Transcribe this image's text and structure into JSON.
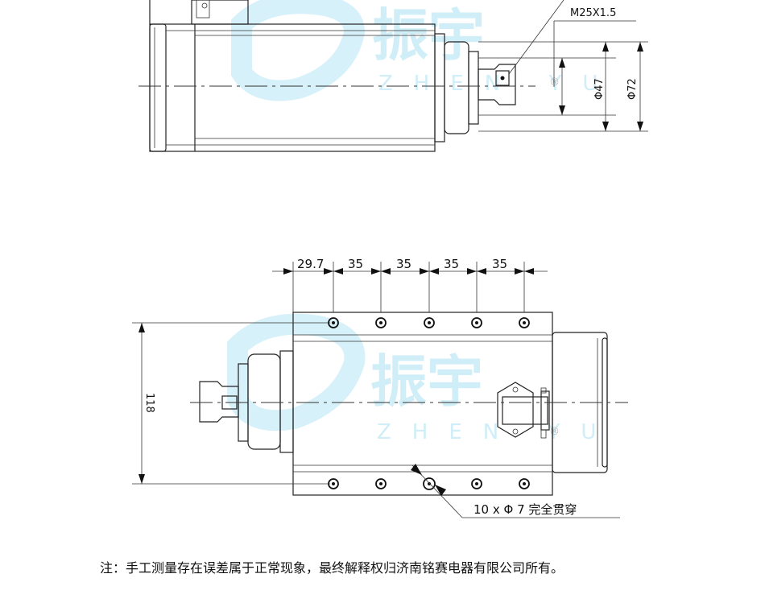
{
  "watermark": {
    "brand_cn": "振宇",
    "brand_en": "ZHEN YU",
    "registered": "®"
  },
  "top_view": {
    "thread_label": "M25X1.5",
    "diameter_inner": "Φ47",
    "diameter_outer": "Φ72"
  },
  "bottom_view": {
    "spacings": [
      "29.7",
      "35",
      "35",
      "35",
      "35"
    ],
    "height": "118",
    "hole_note": "10 x Φ 7 完全贯穿"
  },
  "footer": {
    "note": "注：手工测量存在误差属于正常现象，最终解释权归济南铭赛电器有限公司所有。"
  },
  "colors": {
    "watermark": "#cfeef7",
    "line": "#222222"
  }
}
